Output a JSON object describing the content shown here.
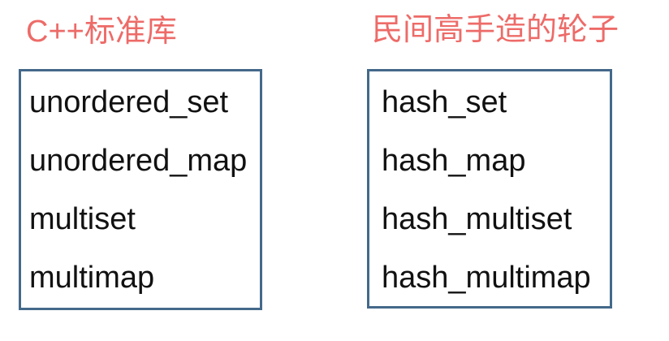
{
  "colors": {
    "accent_red": "#ED6B68",
    "box_border": "#44698A",
    "text": "#111111",
    "background": "#FFFFFF"
  },
  "columns": [
    {
      "header": "C++标准库",
      "items": [
        "unordered_set",
        "unordered_map",
        "multiset",
        "multimap"
      ]
    },
    {
      "header": "民间高手造的轮子",
      "items": [
        "hash_set",
        "hash_map",
        "hash_multiset",
        "hash_multimap"
      ]
    }
  ]
}
